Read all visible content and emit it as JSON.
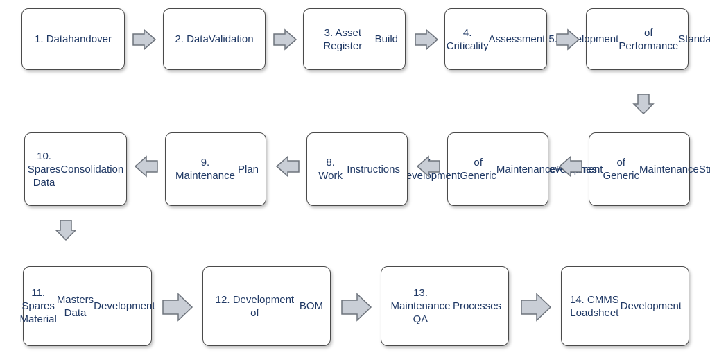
{
  "steps": [
    {
      "id": "s1",
      "lines": [
        "1. Data",
        "handover"
      ]
    },
    {
      "id": "s2",
      "lines": [
        "2. Data",
        "Validation"
      ]
    },
    {
      "id": "s3",
      "lines": [
        "3. Asset Register",
        "Build"
      ]
    },
    {
      "id": "s4",
      "lines": [
        "4. Criticality",
        "Assessment"
      ]
    },
    {
      "id": "s5",
      "lines": [
        "5.Development",
        "of Performance",
        "Standards"
      ]
    },
    {
      "id": "s6",
      "lines": [
        "6.Development",
        "of Generic",
        "Maintenance",
        "Strategies"
      ]
    },
    {
      "id": "s7",
      "lines": [
        "7. Development",
        "of Generic",
        "Maintenance",
        "Routines"
      ]
    },
    {
      "id": "s8",
      "lines": [
        "8. Work",
        "Instructions"
      ]
    },
    {
      "id": "s9",
      "lines": [
        "9. Maintenance",
        "Plan"
      ]
    },
    {
      "id": "s10",
      "lines": [
        "10. Spares Data",
        "Consolidation"
      ]
    },
    {
      "id": "s11",
      "lines": [
        "11. Spares Material",
        "Masters Data",
        "Development"
      ]
    },
    {
      "id": "s12",
      "lines": [
        "12. Development of",
        "BOM"
      ]
    },
    {
      "id": "s13",
      "lines": [
        "13. Maintenance QA",
        "Processes"
      ]
    },
    {
      "id": "s14",
      "lines": [
        "14. CMMS Loadsheet",
        "Development"
      ]
    }
  ],
  "colors": {
    "text": "#1f3864",
    "border": "#4a4a4a",
    "arrow_fill": "#c9ced6",
    "arrow_stroke": "#6d737c"
  }
}
